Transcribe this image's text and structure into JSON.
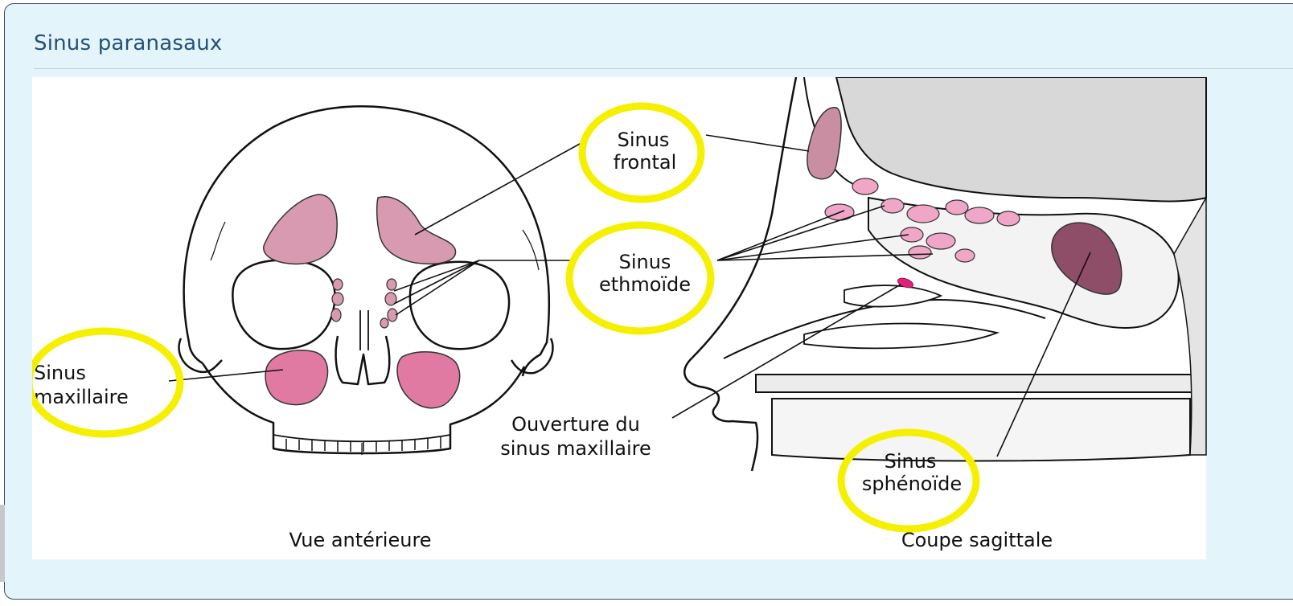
{
  "panel": {
    "title": "Sinus paranasaux"
  },
  "figure": {
    "labels": {
      "frontal_line1": "Sinus",
      "frontal_line2": "frontal",
      "ethmoide_line1": "Sinus",
      "ethmoide_line2": "ethmoïde",
      "maxillaire_line1": "Sinus",
      "maxillaire_line2": "maxillaire",
      "ouverture_line1": "Ouverture du",
      "ouverture_line2": "sinus maxillaire",
      "sphenoide_line1": "Sinus",
      "sphenoide_line2": "sphénoïde",
      "view_anterior": "Vue antérieure",
      "view_sagittal": "Coupe sagittale"
    },
    "colors": {
      "sinus_pink": "#d89ab0",
      "ethmoid_pink": "#f0a6c6",
      "maxillary_pink": "#e07aa3",
      "sphenoid": "#8e4e68",
      "opening_magenta": "#e0247a",
      "highlight_yellow": "#f5ef00",
      "bone_gray": "#d8d8d8"
    }
  }
}
